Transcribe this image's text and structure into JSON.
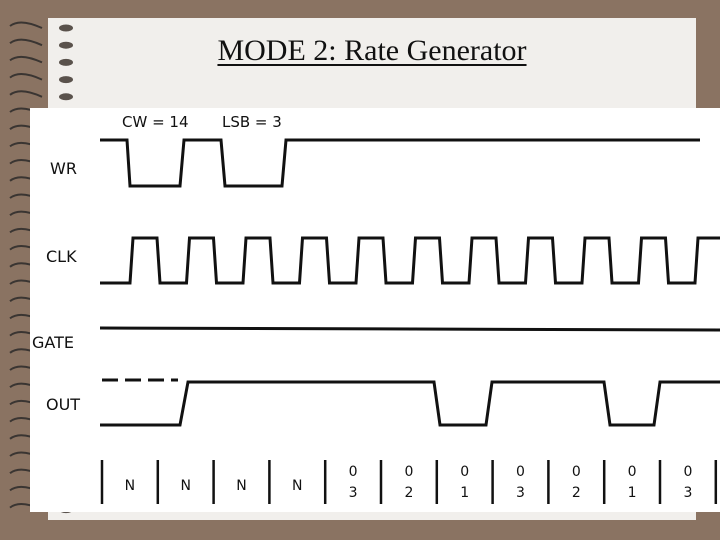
{
  "title": "MODE 2: Rate Generator",
  "signals": {
    "wr": "WR",
    "clk": "CLK",
    "gate": "GATE",
    "out": "OUT"
  },
  "annotations": {
    "control_word": "CW = 14",
    "lsb": "LSB = 3"
  },
  "count_row": [
    [
      "N"
    ],
    [
      "N"
    ],
    [
      "N"
    ],
    [
      "N"
    ],
    [
      "0",
      "3"
    ],
    [
      "0",
      "2"
    ],
    [
      "0",
      "1"
    ],
    [
      "0",
      "3"
    ],
    [
      "0",
      "2"
    ],
    [
      "0",
      "1"
    ],
    [
      "0",
      "3"
    ]
  ],
  "colors": {
    "background": "#8a7362",
    "paper": "#f1efec",
    "ink": "#111111"
  }
}
